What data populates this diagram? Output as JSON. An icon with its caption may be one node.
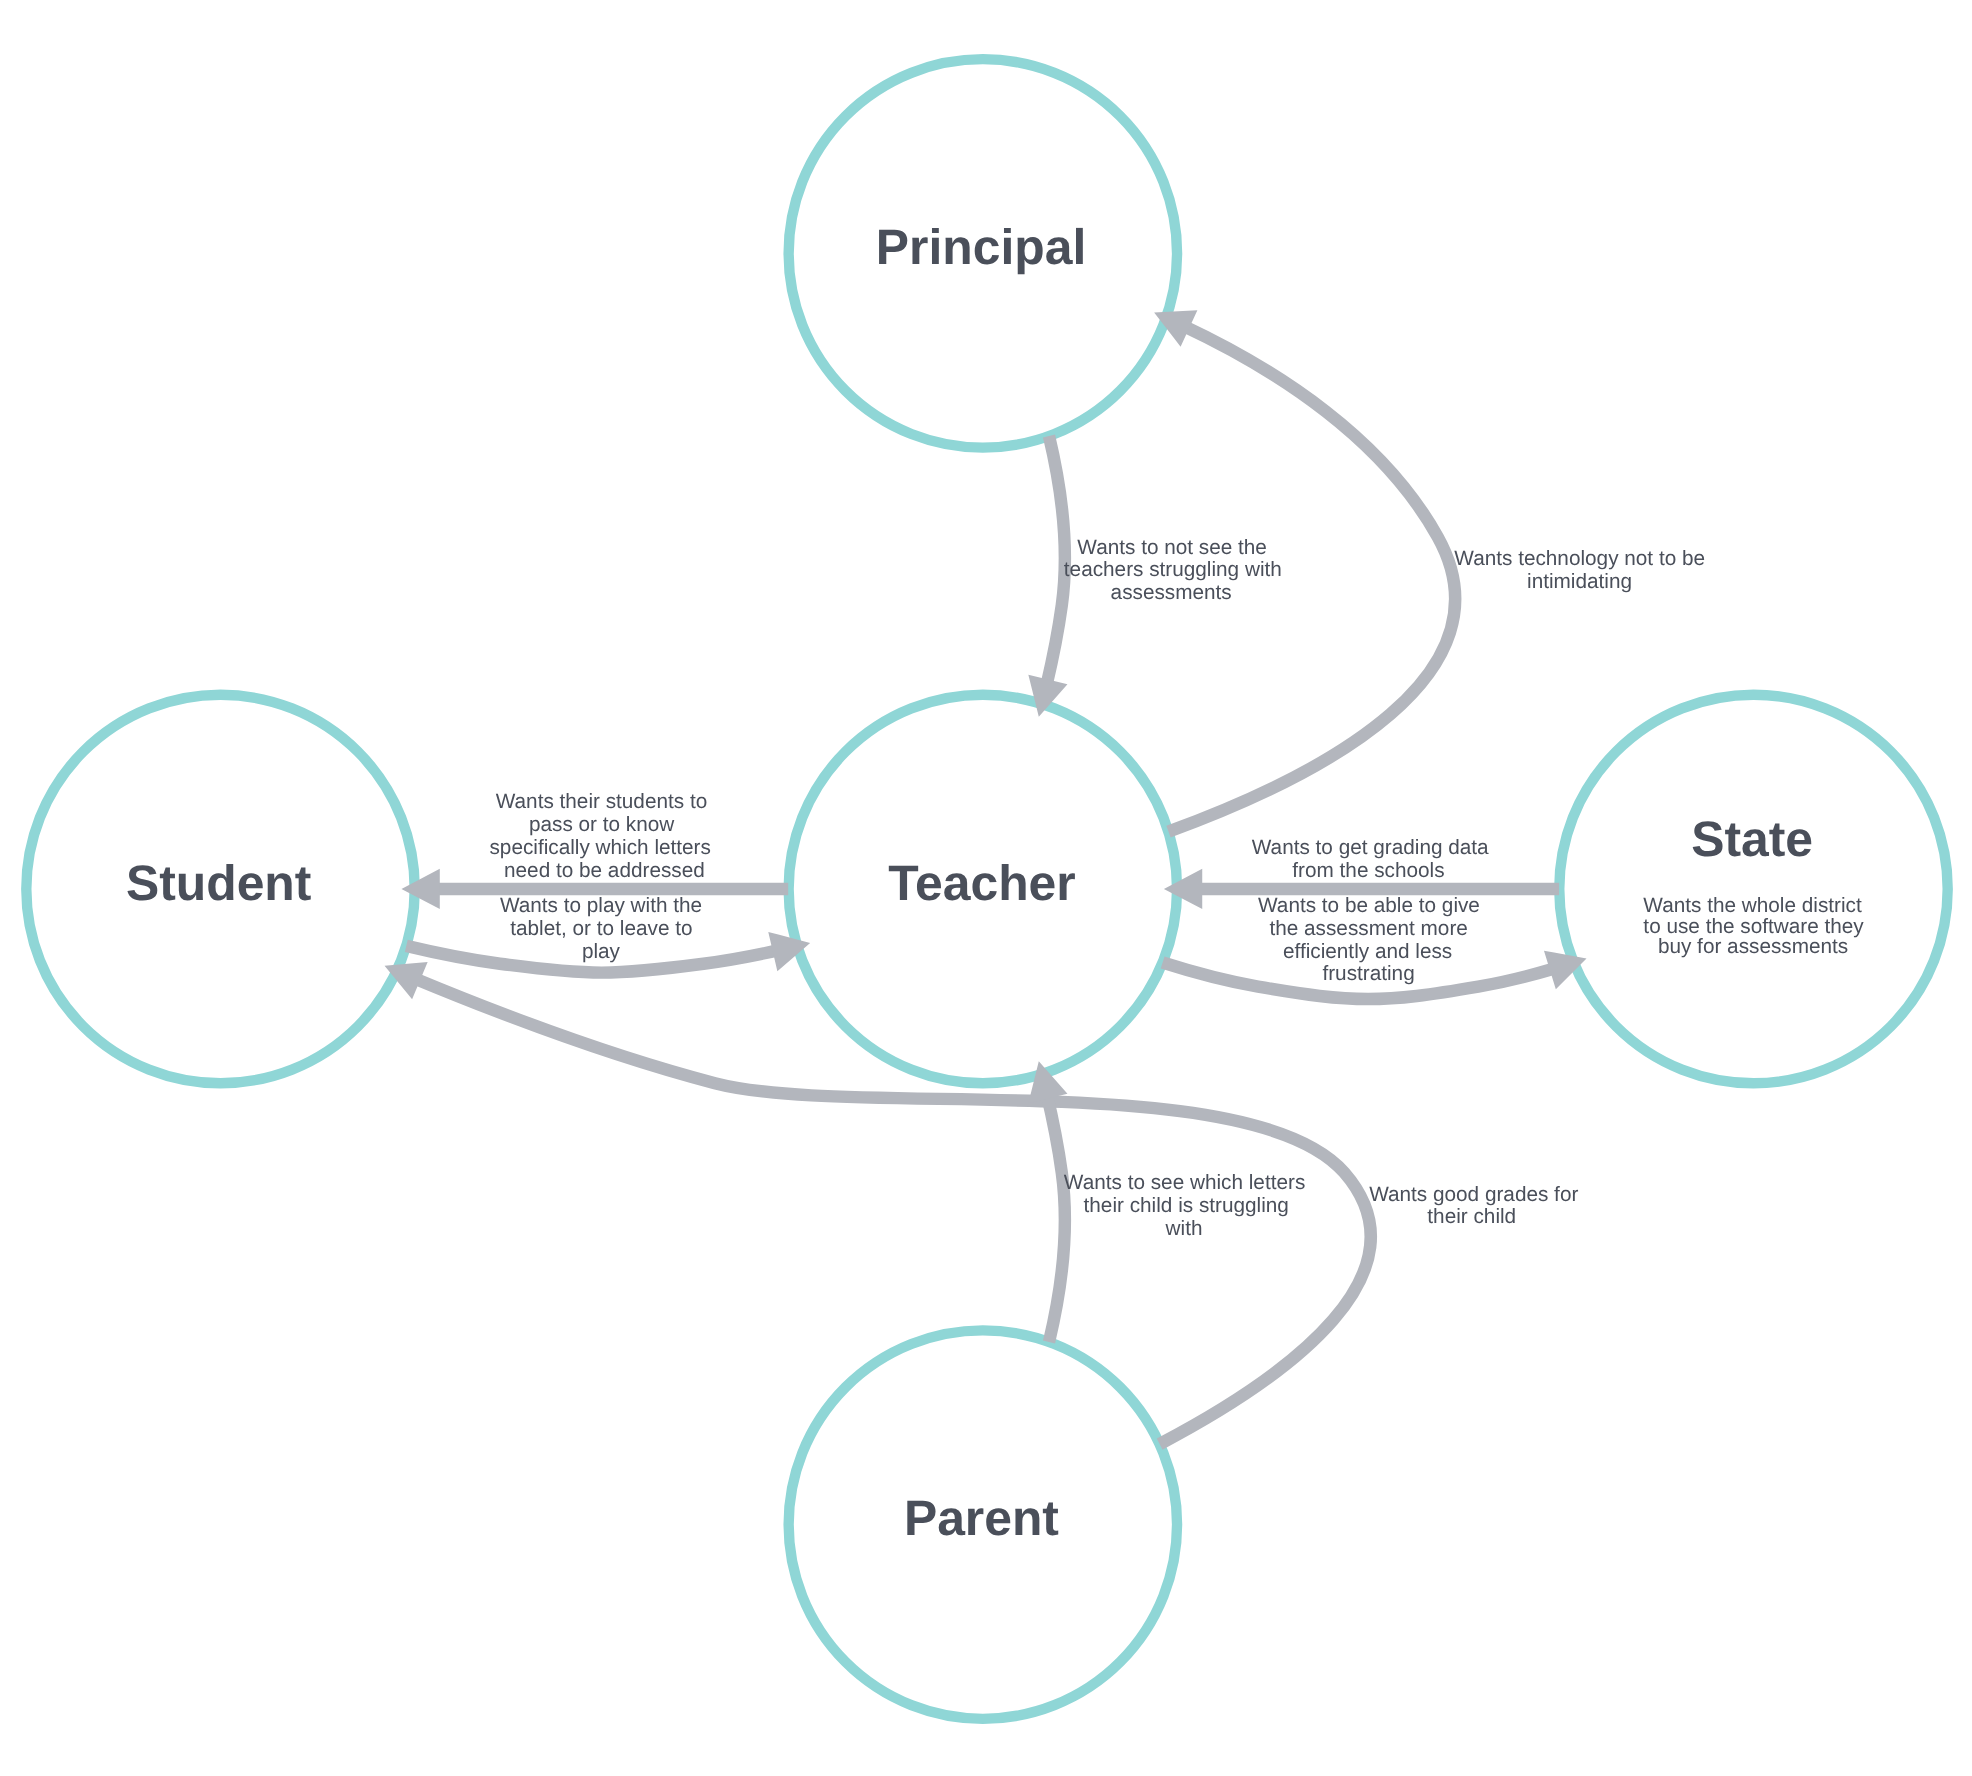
{
  "diagram": {
    "nodes": [
      {
        "text": [
          "Principal"
        ]
      },
      {
        "text": [
          "Student"
        ]
      },
      {
        "text": [
          "Teacher"
        ]
      },
      {
        "text": [
          "State",
          "Wants the whole district to use the software they buy for assessments"
        ]
      },
      {
        "text": [
          "Parent"
        ]
      }
    ],
    "edges": [
      {
        "from": 2,
        "to": 0,
        "arrow": "to",
        "label": "Wants technology not to be intimidating"
      },
      {
        "from": 0,
        "to": 2,
        "arrow": "to",
        "label": "Wants to not see the teachers struggling with assessments"
      },
      {
        "from": 2,
        "to": 1,
        "arrow": "to",
        "label": "Wants their students to pass or to know specifically which letters need to be addressed"
      },
      {
        "from": 1,
        "to": 2,
        "arrow": "to",
        "label": "Wants to play with the tablet, or to leave to play"
      },
      {
        "from": 2,
        "to": 3,
        "arrow": "to",
        "label": "Wants to be able to give the assessment more efficiently and less frustrating"
      },
      {
        "from": 3,
        "to": 2,
        "arrow": "to",
        "label": "Wants to get grading data from the schools"
      },
      {
        "from": 4,
        "to": 2,
        "arrow": "to",
        "label": "Wants to see which letters their child is struggling with"
      },
      {
        "from": 4,
        "to": 1,
        "arrow": "to",
        "label": "Wants good grades for their child"
      }
    ]
  }
}
